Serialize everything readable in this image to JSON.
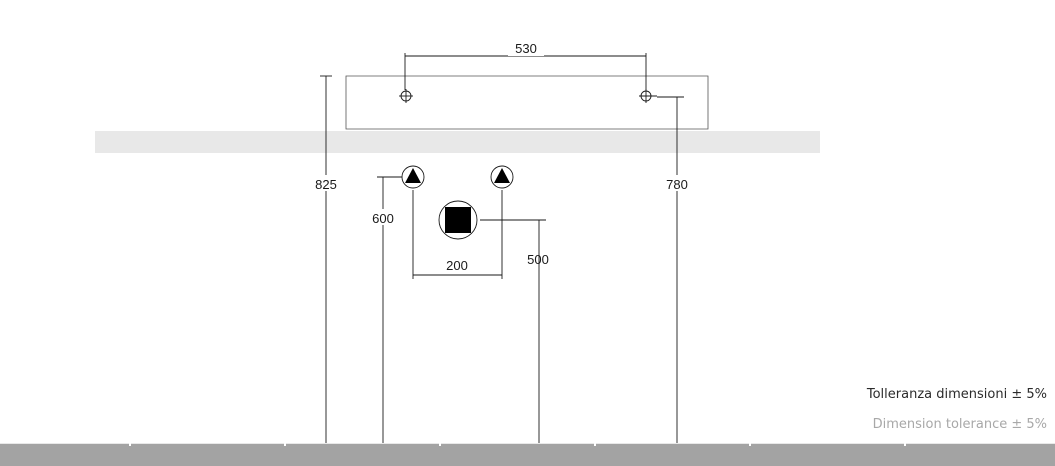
{
  "dimensions": {
    "basin_width_between_holes": "530",
    "basin_top_height": "825",
    "hole_height": "780",
    "supply_height": "600",
    "supply_spacing": "200",
    "drain_height": "500"
  },
  "notes": {
    "tolerance_it": "Tolleranza dimensioni ± 5%",
    "tolerance_en": "Dimension tolerance ± 5%"
  },
  "colors": {
    "line": "#1a1a1a",
    "countertop": "#e8e8e8",
    "floor": "#a3a3a3",
    "basin_outline": "#555555"
  },
  "icons": {
    "tap_hole": "crosshair-circle-icon",
    "water_supply": "triangle-in-circle-icon",
    "drain": "square-in-circle-icon"
  }
}
